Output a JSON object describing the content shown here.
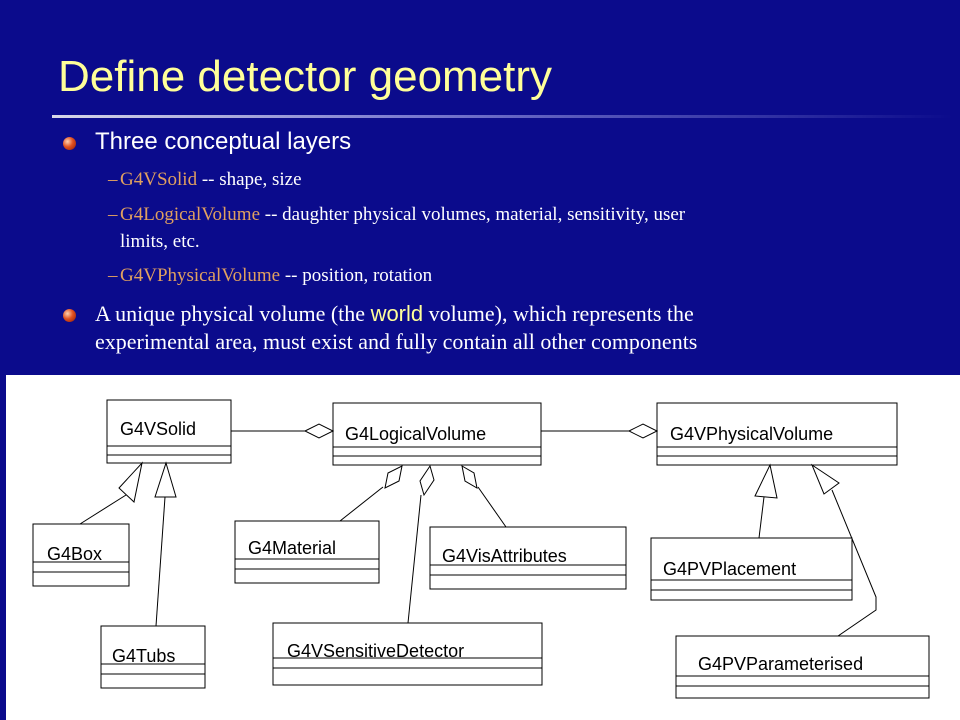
{
  "title": "Define detector geometry",
  "bullet1": "Three conceptual layers",
  "layers": [
    {
      "name": "G4VSolid",
      "desc": " -- shape, size"
    },
    {
      "name": "G4LogicalVolume",
      "desc": " -- daughter physical volumes, material, sensitivity, user"
    },
    {
      "name": "G4VPhysicalVolume",
      "desc": " -- position, rotation"
    }
  ],
  "layer2_cont": "limits, etc.",
  "bullet2": {
    "before": "A unique physical volume (the ",
    "world": "world",
    "after": " volume), which represents the",
    "line2": "experimental area, must exist and fully contain all other components"
  },
  "diagram": {
    "solid": "G4VSolid",
    "logical": "G4LogicalVolume",
    "physical": "G4VPhysicalVolume",
    "box": "G4Box",
    "tubs": "G4Tubs",
    "material": "G4Material",
    "sensitive": "G4VSensitiveDetector",
    "visattr": "G4VisAttributes",
    "placement": "G4PVPlacement",
    "parameterised": "G4PVParameterised"
  },
  "colors": {
    "background": "#0b0b8c",
    "title": "#ffff99",
    "keyword": "#e0a060",
    "text": "#ffffff"
  }
}
